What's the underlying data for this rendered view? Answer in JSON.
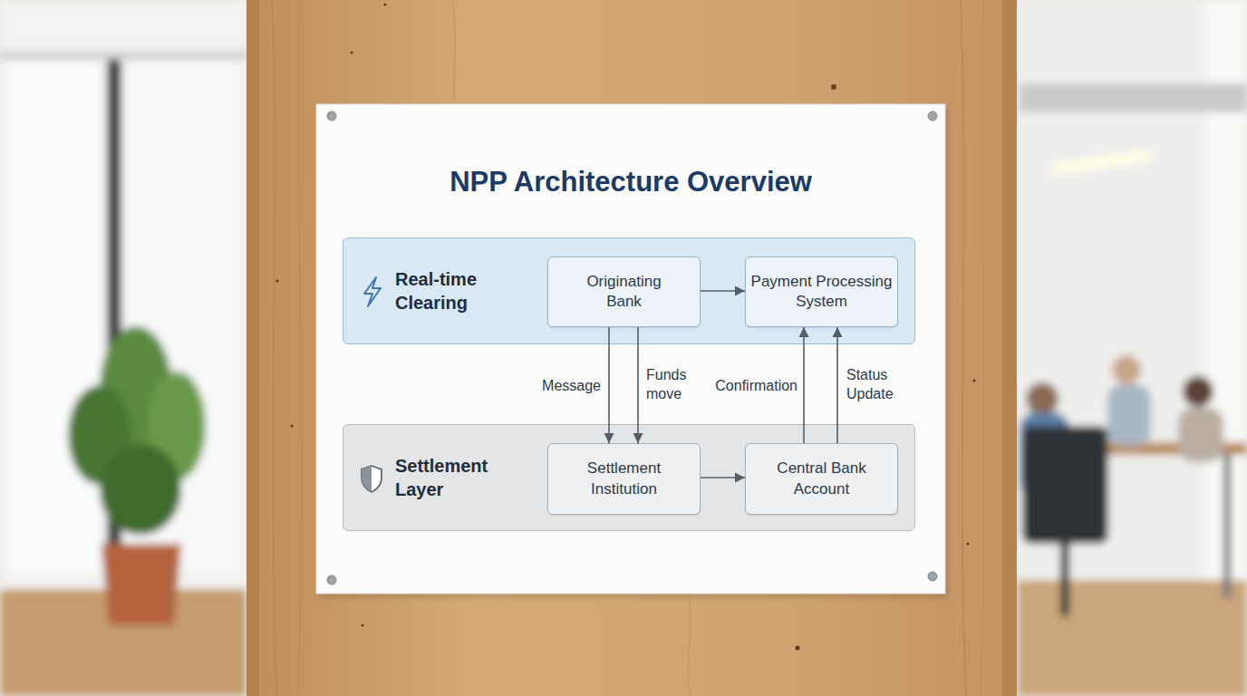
{
  "diagram": {
    "title": "NPP Architecture Overview",
    "nodes": [
      {
        "text": [
          "Real-time Clearing"
        ]
      },
      {
        "text": [
          "Originating Bank"
        ],
        "in": 0
      },
      {
        "text": [
          "Payment Processing System"
        ],
        "in": 0
      },
      {
        "text": [
          "Settlement Layer"
        ]
      },
      {
        "text": [
          "Settlement Institution"
        ],
        "in": 3
      },
      {
        "text": [
          "Central Bank Account"
        ],
        "in": 3
      }
    ],
    "edges": [
      {
        "from": 1,
        "to": 2,
        "arrow": "to"
      },
      {
        "from": 1,
        "to": 4,
        "label": "Message",
        "arrow": "to"
      },
      {
        "from": 1,
        "to": 4,
        "label": "Funds move",
        "arrow": "to"
      },
      {
        "from": 4,
        "to": 5,
        "arrow": "to"
      },
      {
        "from": 5,
        "to": 2,
        "label": "Confirmation",
        "arrow": "to"
      },
      {
        "from": 5,
        "to": 2,
        "label": "Status Update",
        "arrow": "to"
      }
    ]
  }
}
